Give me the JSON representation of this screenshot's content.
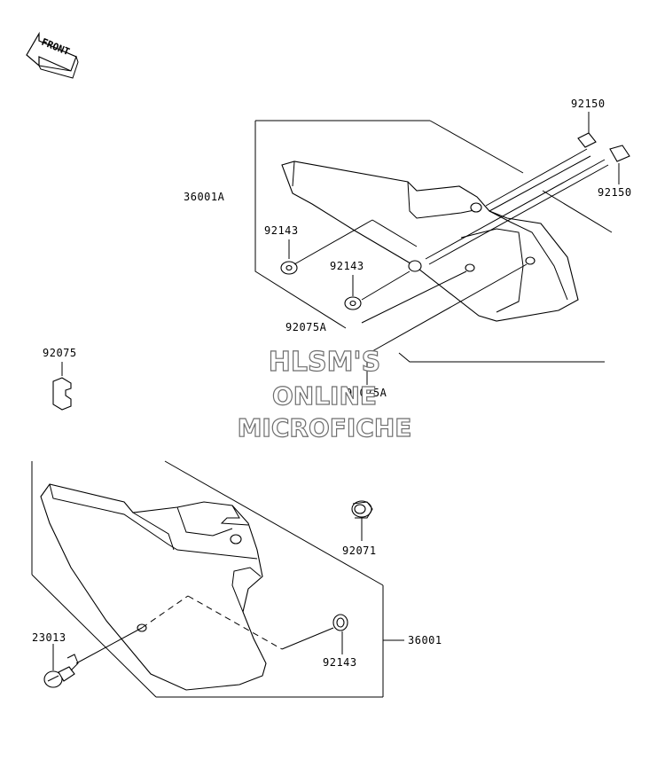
{
  "front_arrow": {
    "label": "FRONT",
    "icon": "front-arrow-icon"
  },
  "labels": {
    "part_36001A": "36001A",
    "part_92150_top": "92150",
    "part_92150_right": "92150",
    "part_92143_a": "92143",
    "part_92143_b": "92143",
    "part_92075A_a": "92075A",
    "part_92075A_b": "92075A",
    "part_92075": "92075",
    "part_92071": "92071",
    "part_23013": "23013",
    "part_36001": "36001",
    "part_92143_c": "92143"
  },
  "watermark": {
    "line1": "HLSM'S",
    "line2": "ONLINE",
    "line3": "MICROFICHE",
    "stroke_color": "#6e6e6e"
  }
}
